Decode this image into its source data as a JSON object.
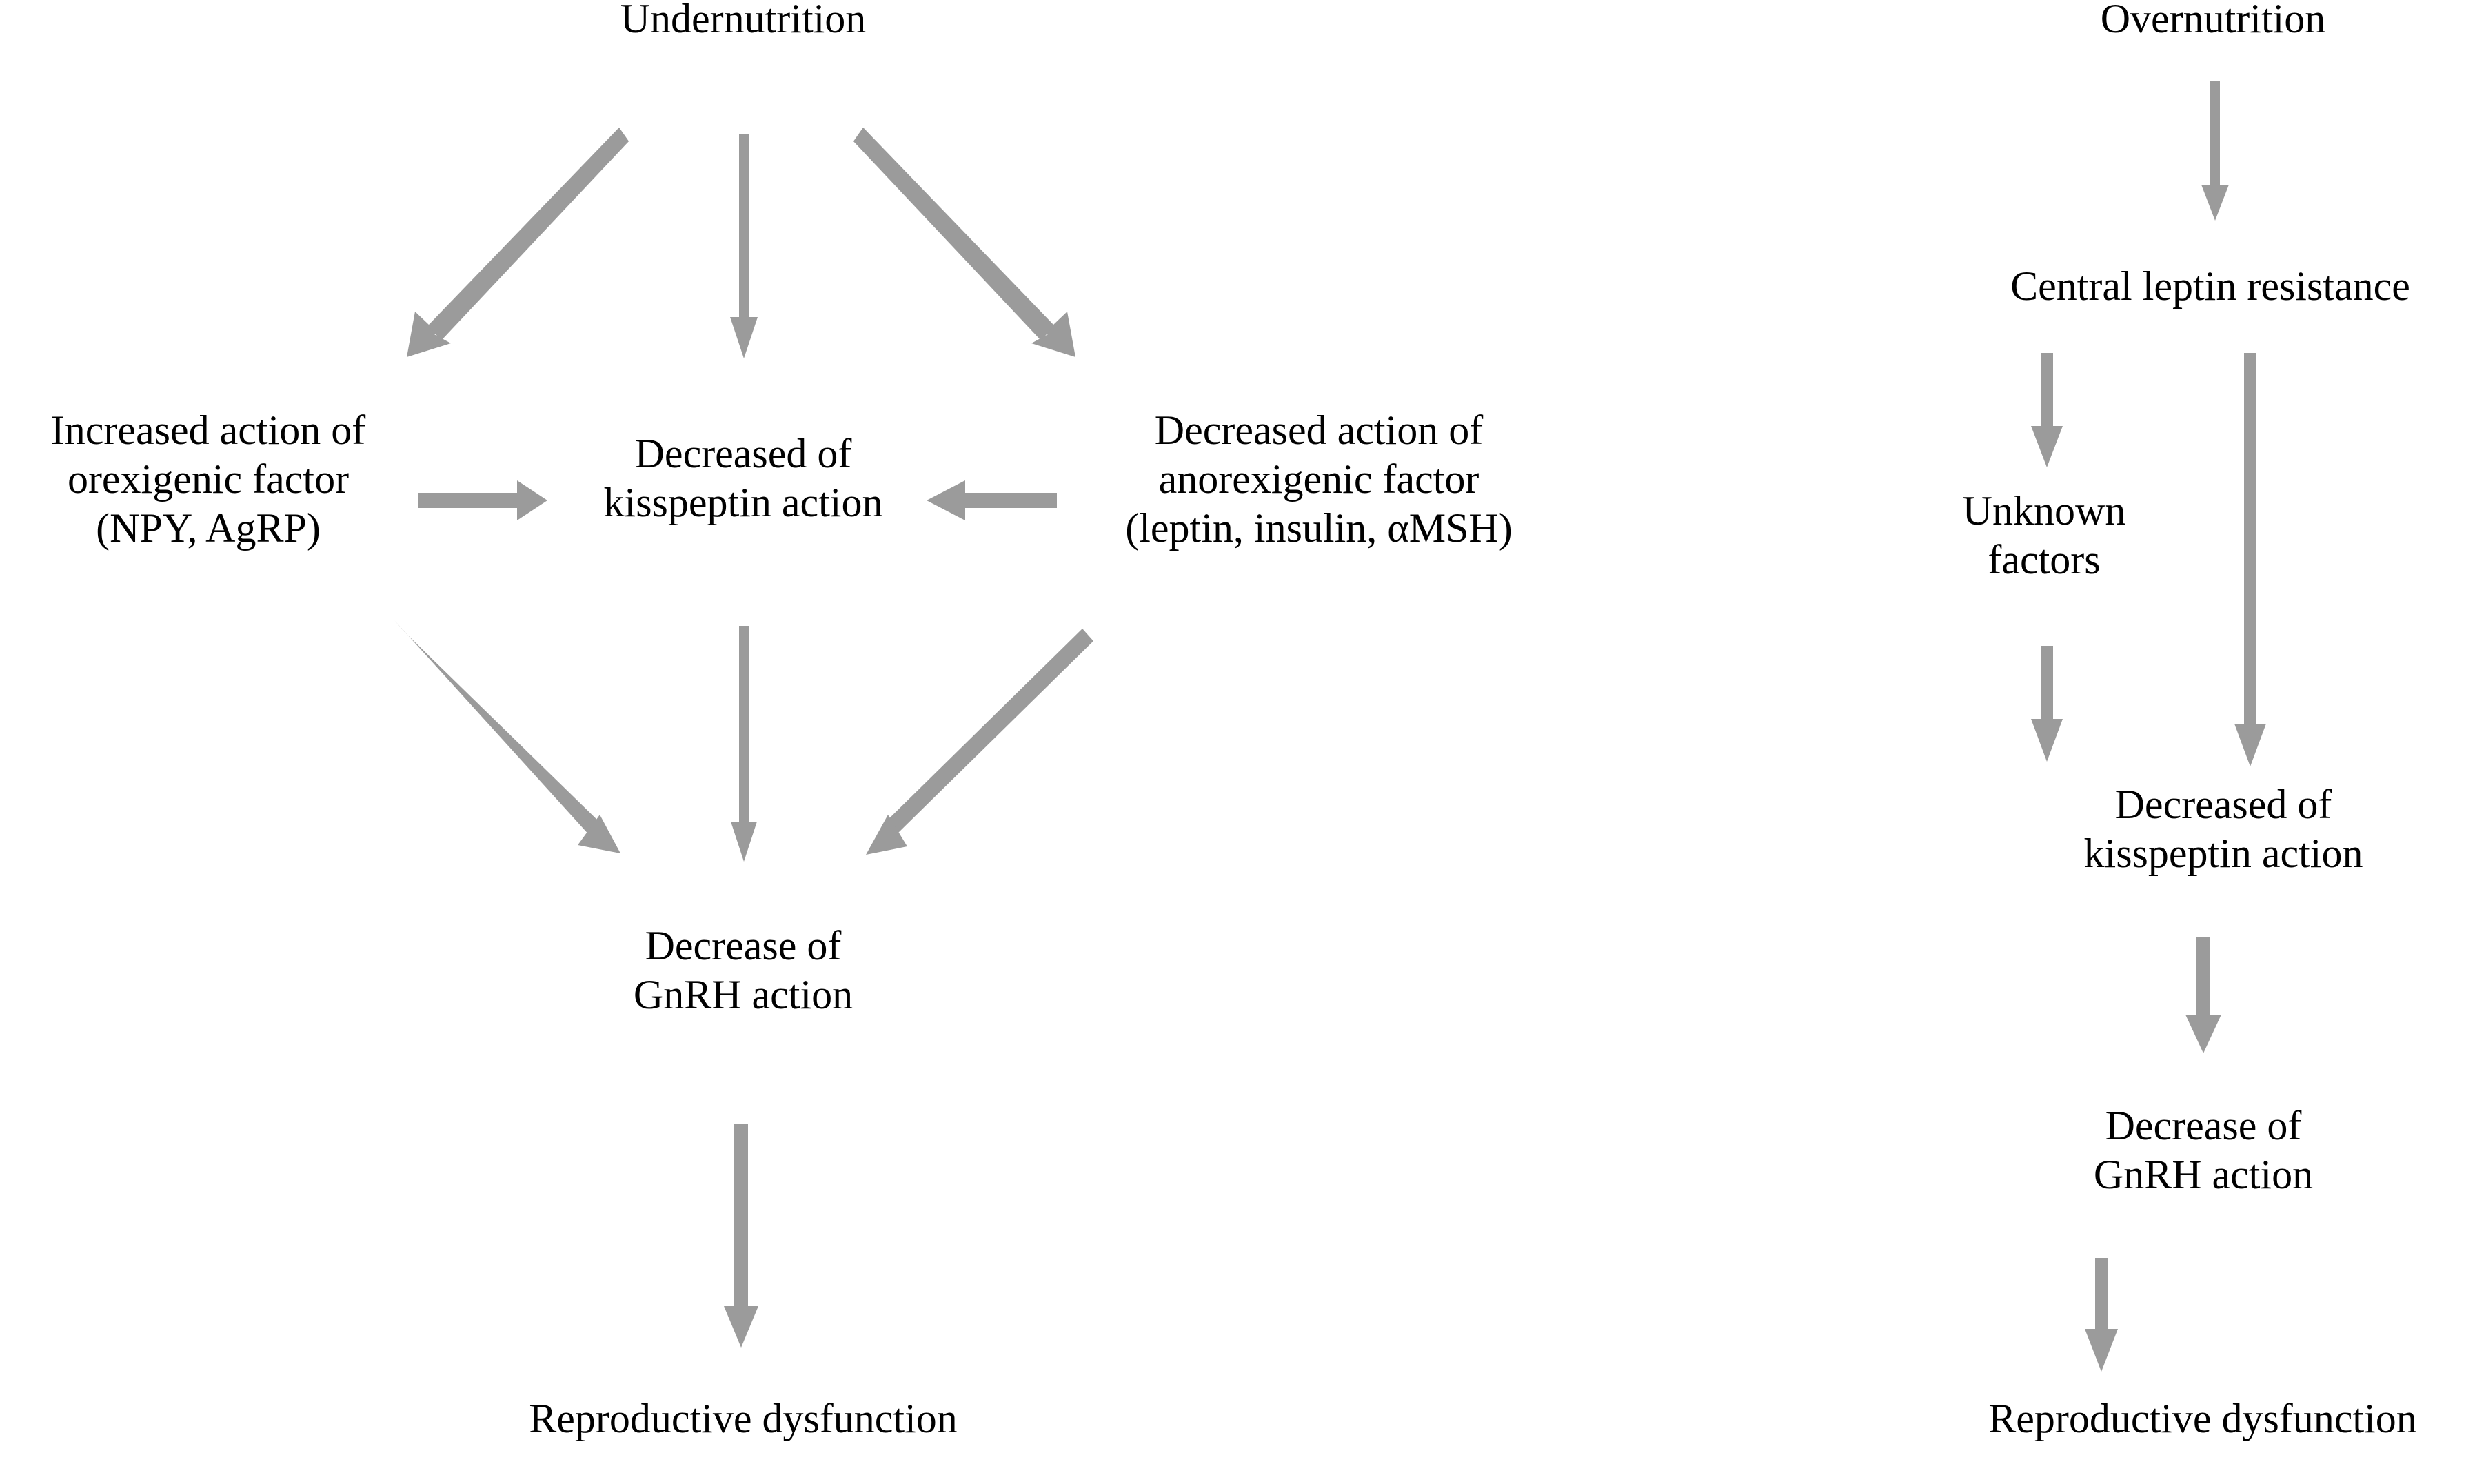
{
  "diagram": {
    "title_left": "Undernutrition",
    "title_right": "Overnutrition",
    "arrow_color": "#9b9b9b",
    "text_color": "#000000",
    "background_color": "#ffffff"
  },
  "left_branch": {
    "root": "Undernutrition",
    "nodes": {
      "orexigenic": {
        "line1": "Increased action of",
        "line2": "orexigenic factor",
        "line3": "(NPY, AgRP)"
      },
      "kisspeptin": {
        "line1": "Decreased of",
        "line2": "kisspeptin action"
      },
      "anorexigenic": {
        "line1": "Decreased action of",
        "line2": "anorexigenic factor",
        "line3": "(leptin, insulin, αMSH)"
      },
      "gnrh": {
        "line1": "Decrease of",
        "line2": "GnRH action"
      },
      "outcome": {
        "line1": "Reproductive dysfunction"
      }
    }
  },
  "right_branch": {
    "root": "Overnutrition",
    "nodes": {
      "leptin_resistance": {
        "line1": "Central leptin resistance"
      },
      "unknown": {
        "line1": "Unknown",
        "line2": "factors"
      },
      "kisspeptin": {
        "line1": "Decreased of",
        "line2": "kisspeptin action"
      },
      "gnrh": {
        "line1": "Decrease of",
        "line2": "GnRH action"
      },
      "outcome": {
        "line1": "Reproductive dysfunction"
      }
    }
  },
  "edges": [
    {
      "name": "undernutrition-to-orexigenic",
      "type": "diagonal-down-left"
    },
    {
      "name": "undernutrition-to-kisspeptin",
      "type": "vertical-down"
    },
    {
      "name": "undernutrition-to-anorexigenic",
      "type": "diagonal-down-right"
    },
    {
      "name": "orexigenic-to-kisspeptin",
      "type": "horizontal-right"
    },
    {
      "name": "anorexigenic-to-kisspeptin",
      "type": "horizontal-left"
    },
    {
      "name": "orexigenic-to-gnrh",
      "type": "diagonal-down-right"
    },
    {
      "name": "kisspeptin-to-gnrh",
      "type": "vertical-down"
    },
    {
      "name": "anorexigenic-to-gnrh",
      "type": "diagonal-down-left"
    },
    {
      "name": "gnrh-to-outcome",
      "type": "vertical-down"
    },
    {
      "name": "overnutrition-to-leptin-resistance",
      "type": "vertical-down"
    },
    {
      "name": "leptin-resistance-to-unknown",
      "type": "vertical-down"
    },
    {
      "name": "leptin-resistance-to-kisspeptin",
      "type": "vertical-down"
    },
    {
      "name": "unknown-to-kisspeptin",
      "type": "vertical-down"
    },
    {
      "name": "kisspeptin-to-gnrh-right",
      "type": "vertical-down"
    },
    {
      "name": "gnrh-to-outcome-right",
      "type": "vertical-down"
    }
  ]
}
